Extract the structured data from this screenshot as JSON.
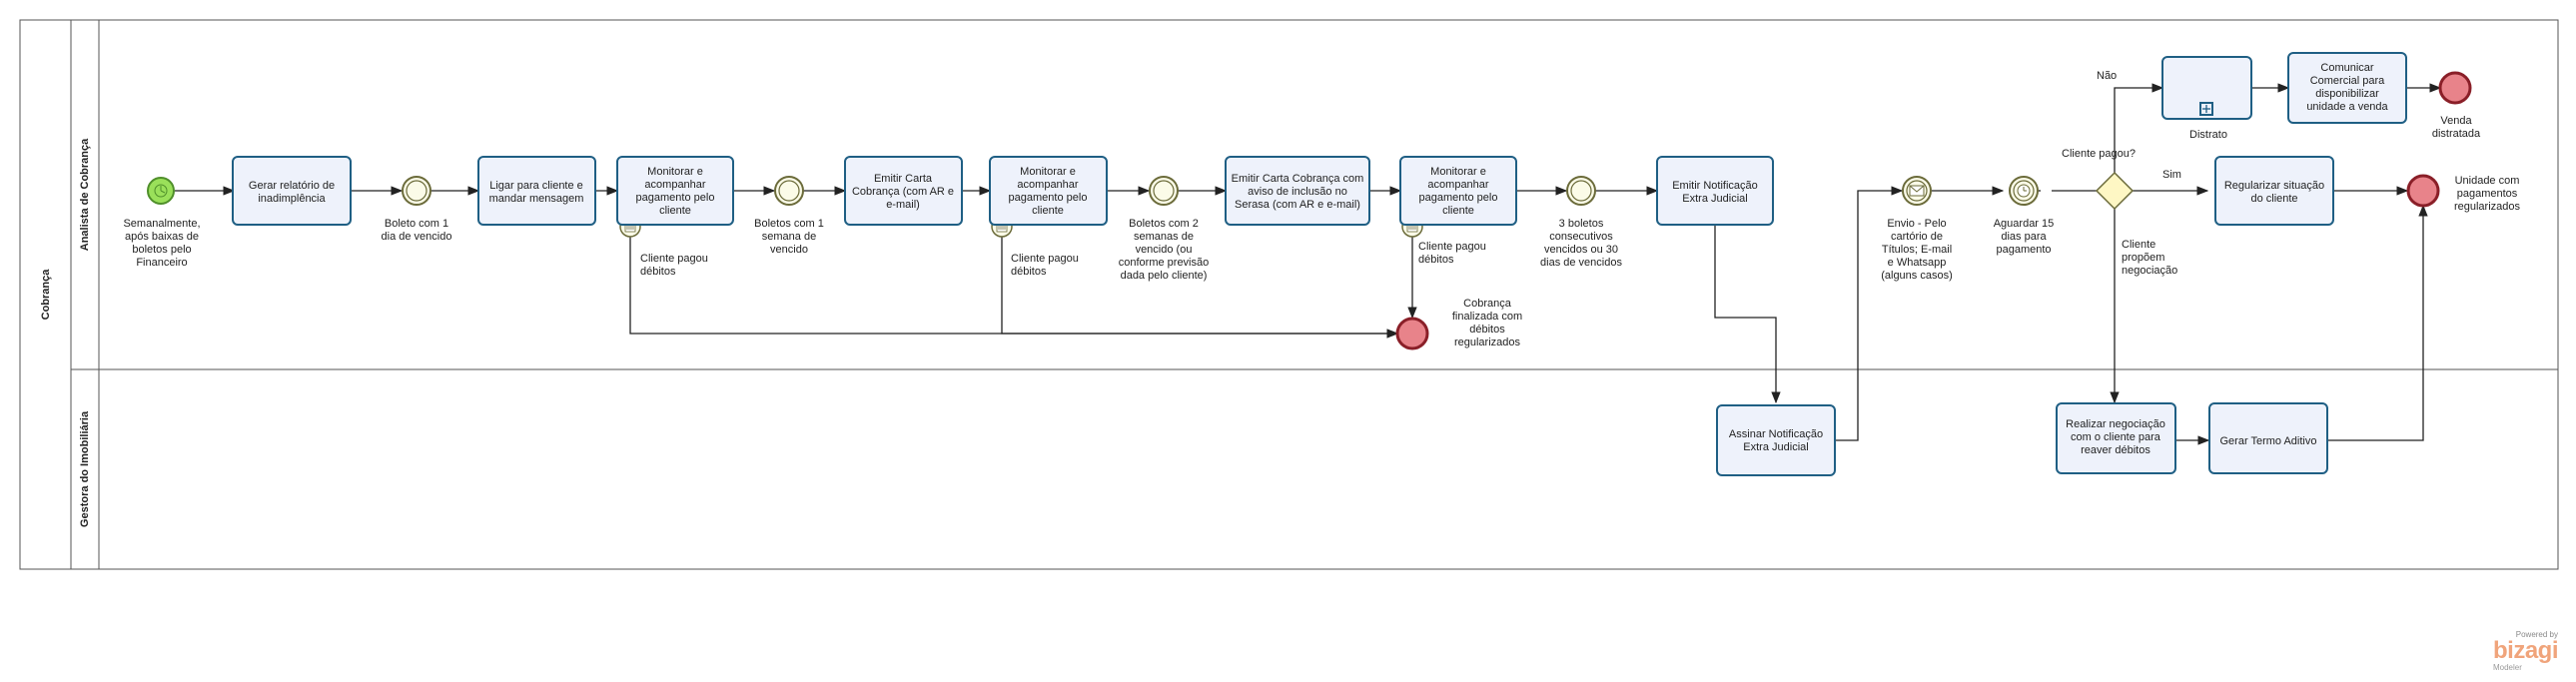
{
  "pool": {
    "name": "Cobrança"
  },
  "lanes": [
    {
      "name": "Analista de Cobrança"
    },
    {
      "name": "Gestora do Imobiliária"
    }
  ],
  "tasks": {
    "t1": [
      "Gerar relatório de",
      "inadimplência"
    ],
    "t2": [
      "Ligar para cliente e",
      "mandar mensagem"
    ],
    "t3": [
      "Monitorar e",
      "acompanhar",
      "pagamento pelo",
      "cliente"
    ],
    "t4": [
      "Emitir Carta",
      "Cobrança (com AR e",
      "e-mail)"
    ],
    "t5": [
      "Monitorar e",
      "acompanhar",
      "pagamento pelo",
      "cliente"
    ],
    "t6": [
      "Emitir Carta Cobrança com",
      "aviso de inclusão no",
      "Serasa (com AR e e-mail)"
    ],
    "t7": [
      "Monitorar e",
      "acompanhar",
      "pagamento pelo",
      "cliente"
    ],
    "t8": [
      "Emitir Notificação",
      "Extra Judicial"
    ],
    "t9": [
      "Regularizar situação",
      "do cliente"
    ],
    "t10": [
      "Comunicar",
      "Comercial para",
      "disponibilizar",
      "unidade a venda"
    ],
    "t11": [
      "Assinar Notificação",
      "Extra Judicial"
    ],
    "t12": [
      "Realizar negociação",
      "com o cliente para",
      "reaver débitos"
    ],
    "t13": [
      "Gerar Termo Aditivo"
    ],
    "sub": [
      "Distrato"
    ]
  },
  "labels": {
    "start": [
      "Semanalmente,",
      "após baixas de",
      "boletos pelo",
      "Financeiro"
    ],
    "tm1": [
      "Boleto com 1",
      "dia de vencido"
    ],
    "tm2": [
      "Boletos com 1",
      "semana de",
      "vencido"
    ],
    "tm3": [
      "Boletos com 2",
      "semanas de",
      "vencido (ou",
      "conforme previsão",
      "dada pelo cliente)"
    ],
    "tm4": [
      "3 boletos",
      "consecutivos",
      "vencidos ou 30",
      "dias de vencidos"
    ],
    "cond1": [
      "Cliente pagou",
      "débitos"
    ],
    "cond2": [
      "Cliente pagou",
      "débitos"
    ],
    "cond3": [
      "Cliente pagou",
      "débitos"
    ],
    "end1": [
      "Cobrança",
      "finalizada com",
      "débitos",
      "regularizados"
    ],
    "msg": [
      "Envio  - Pelo",
      "cartório de",
      "Títulos; E-mail",
      "e Whatsapp",
      "(alguns casos)"
    ],
    "tm5": [
      "Aguardar 15",
      "dias para",
      "pagamento"
    ],
    "gateway": [
      "Cliente pagou?"
    ],
    "no": [
      "Não"
    ],
    "yes": [
      "Sim"
    ],
    "negot": [
      "Cliente",
      "propõem",
      "negociação"
    ],
    "end2": [
      "Venda",
      "distratada"
    ],
    "end3": [
      "Unidade com",
      "pagamentos",
      "regularizados"
    ]
  },
  "brand": {
    "powered": "Powered by",
    "name": "bizagi",
    "product": "Modeler"
  },
  "colors": {
    "task_fill": "#eef2fb",
    "task_stroke": "#1f5f84",
    "start_fill": "#9ae05a",
    "end_fill": "#e8838a",
    "gateway_fill": "#fef7c4"
  }
}
